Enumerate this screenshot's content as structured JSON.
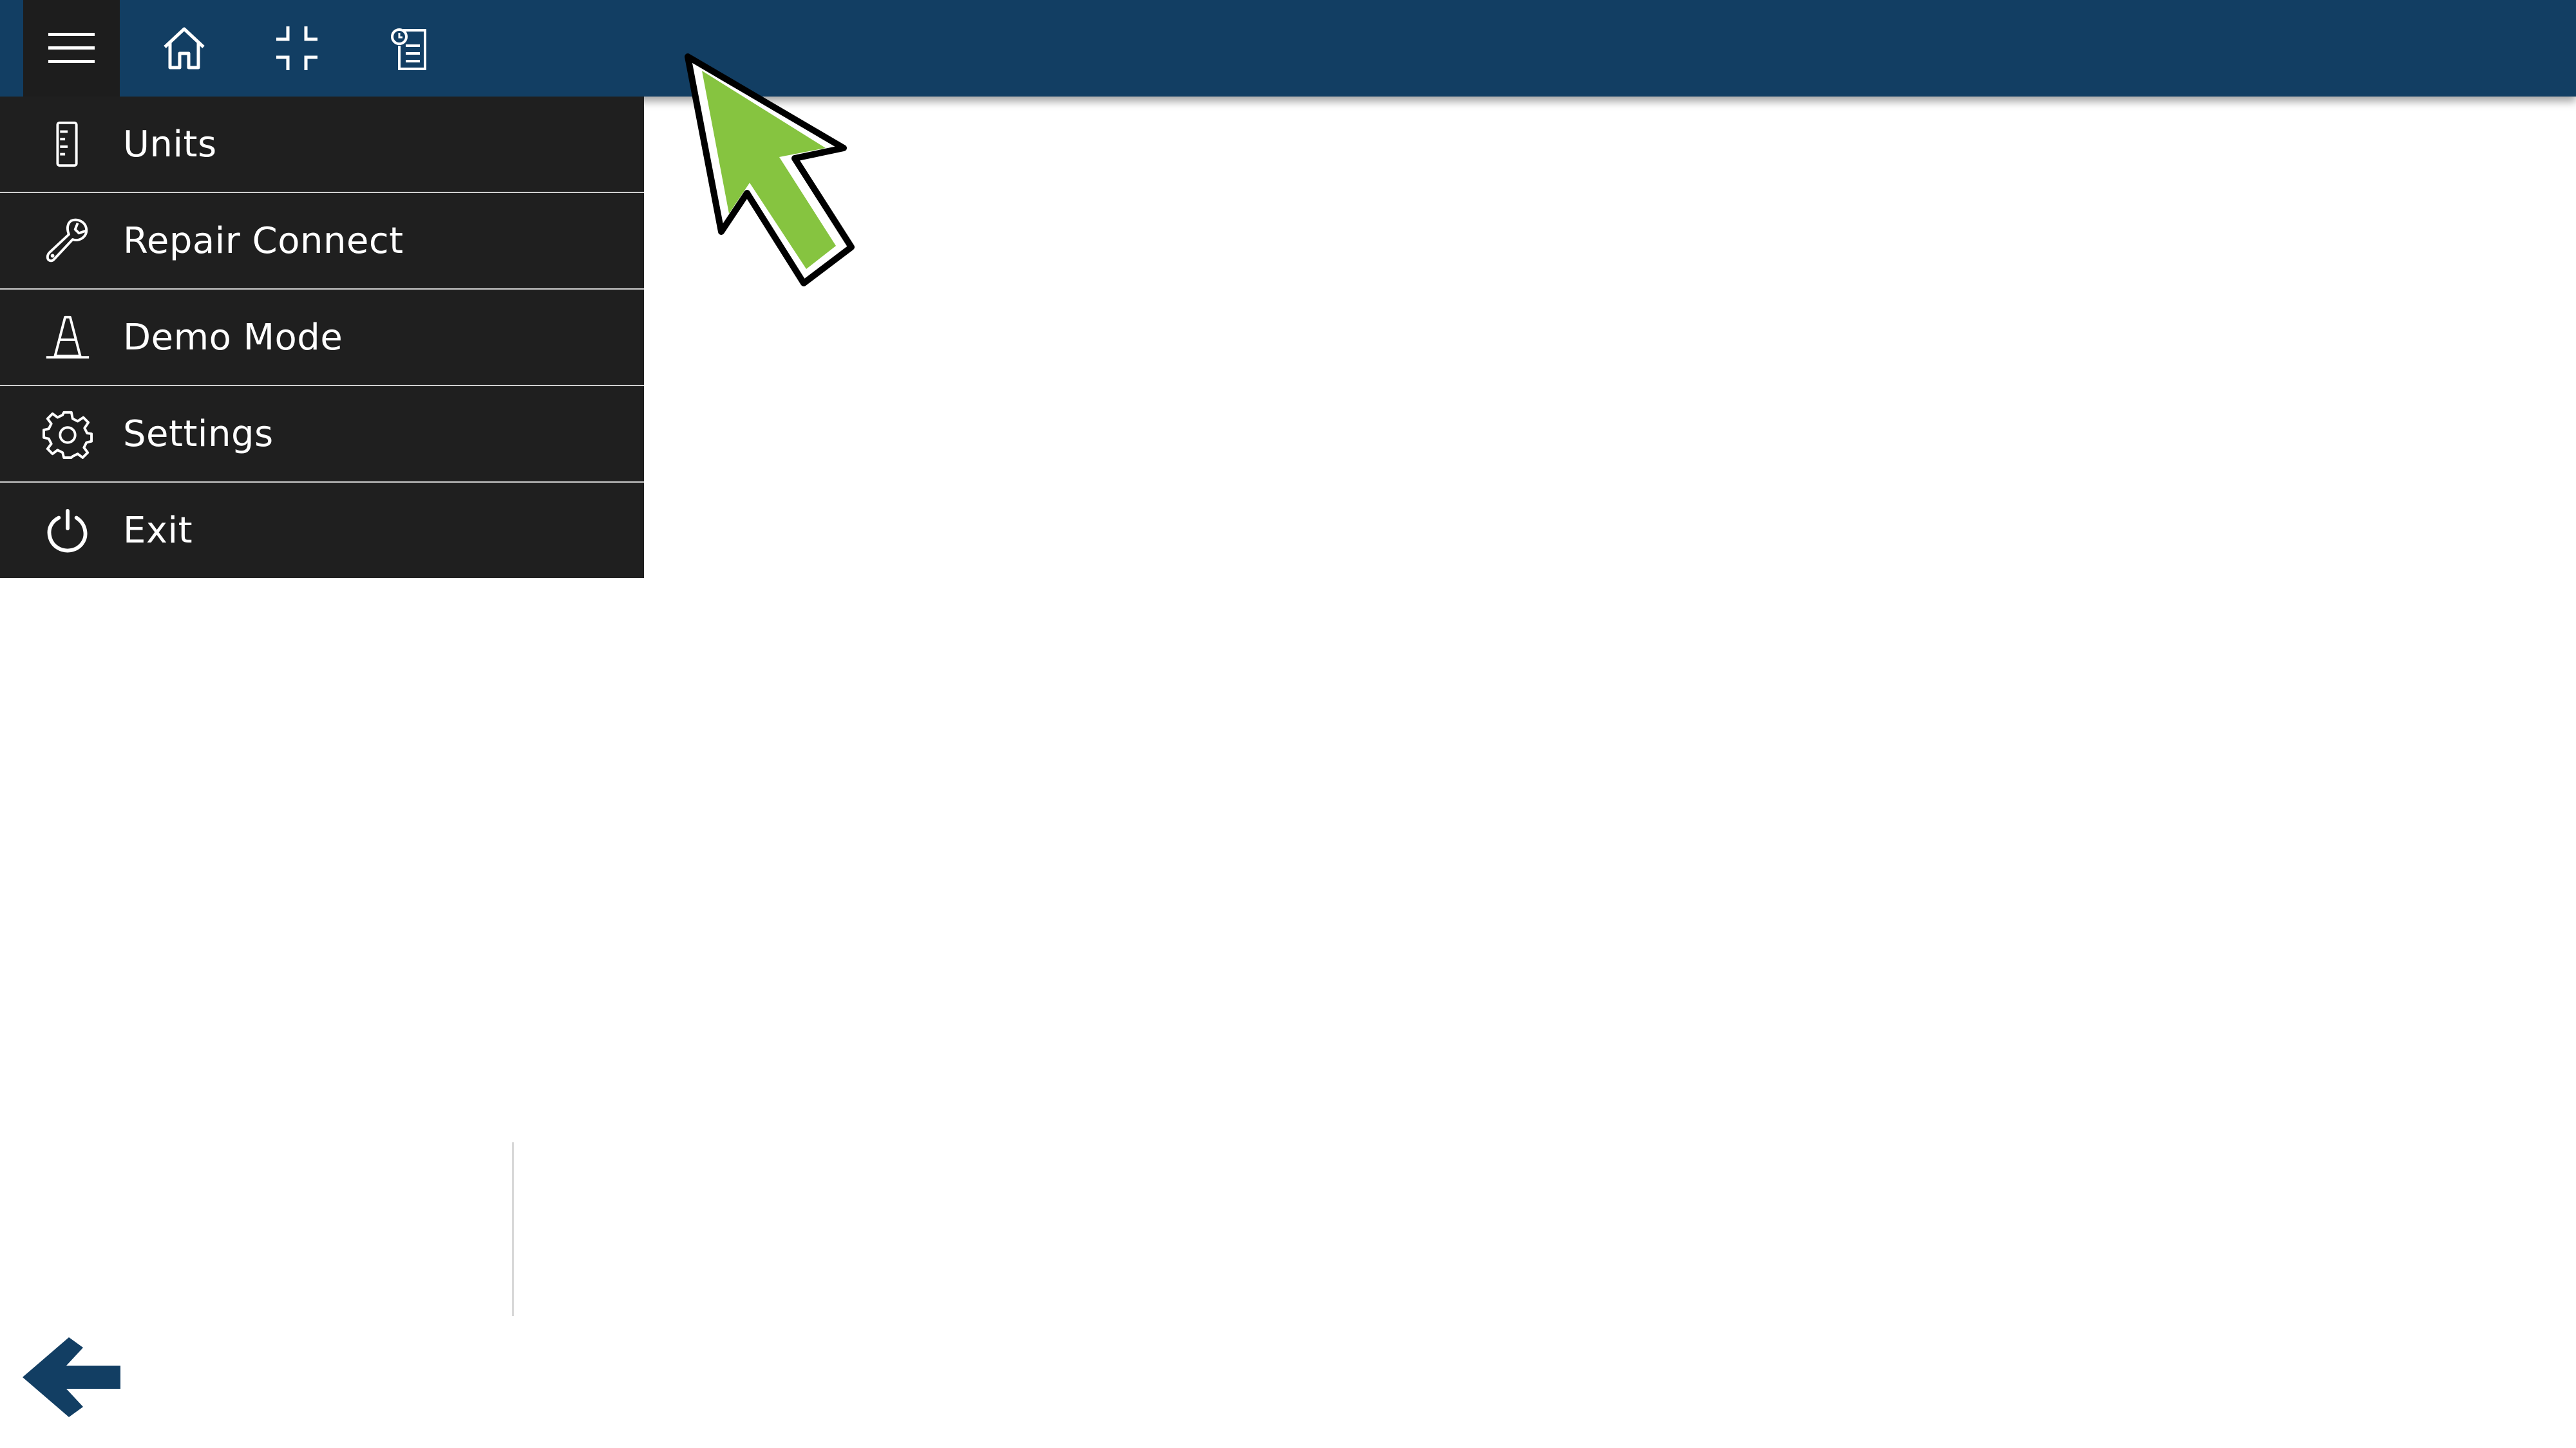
{
  "colors": {
    "topbar": "#123e63",
    "menu_bg": "#1f1f1f",
    "menu_text": "#ffffff",
    "accent_back": "#123e63",
    "cursor_fill": "#86c440"
  },
  "topbar": {
    "buttons": [
      {
        "name": "menu",
        "icon": "hamburger-menu-icon"
      },
      {
        "name": "home",
        "icon": "home-icon"
      },
      {
        "name": "collapse",
        "icon": "collapse-icon"
      },
      {
        "name": "notes",
        "icon": "notes-icon"
      }
    ]
  },
  "menu": {
    "items": [
      {
        "label": "Units",
        "icon": "ruler-icon"
      },
      {
        "label": "Repair Connect",
        "icon": "wrench-icon"
      },
      {
        "label": "Demo Mode",
        "icon": "traffic-cone-icon"
      },
      {
        "label": "Settings",
        "icon": "gear-icon"
      },
      {
        "label": "Exit",
        "icon": "power-icon"
      }
    ]
  },
  "footer": {
    "back_icon": "back-arrow-icon"
  }
}
